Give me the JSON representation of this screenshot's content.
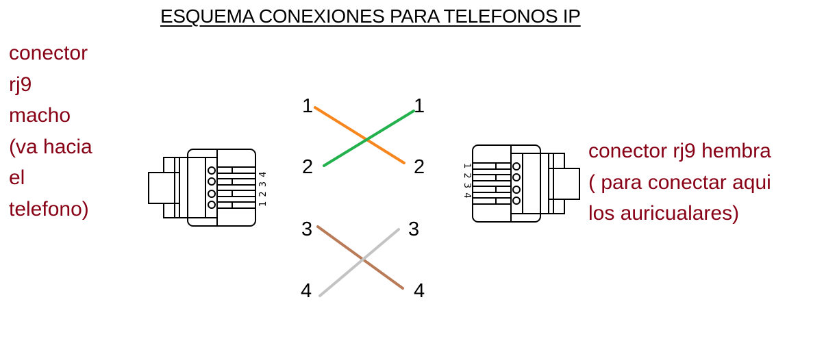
{
  "title": "ESQUEMA CONEXIONES PARA TELEFONOS IP",
  "left_connector": {
    "label_lines": [
      "conector",
      "rj9",
      "macho",
      "(va hacia",
      "el",
      "telefono)"
    ],
    "pin_labels": "1 2 3 4"
  },
  "right_connector": {
    "label_lines": [
      "conector rj9 hembra",
      "( para conectar aqui",
      "los auricualares)"
    ],
    "pin_labels": "1 2 3 4"
  },
  "wiring": {
    "left_pins": [
      "1",
      "2",
      "3",
      "4"
    ],
    "right_pins": [
      "1",
      "2",
      "3",
      "4"
    ],
    "wires": [
      {
        "from": "1",
        "to": "2",
        "color": "#F7861F"
      },
      {
        "from": "2",
        "to": "1",
        "color": "#22B14C"
      },
      {
        "from": "3",
        "to": "4",
        "color": "#B97A57"
      },
      {
        "from": "4",
        "to": "3",
        "color": "#C3C3C3"
      }
    ]
  }
}
